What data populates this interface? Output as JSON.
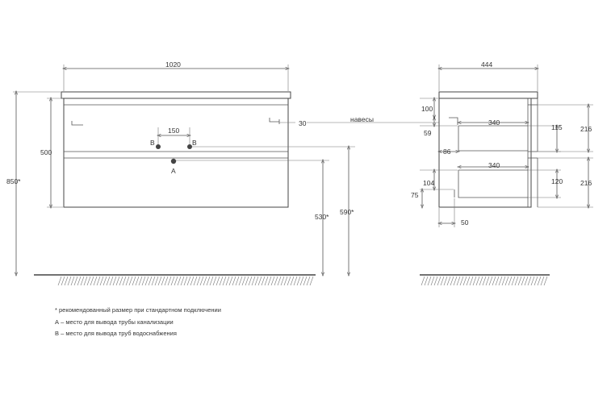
{
  "front_view": {
    "width_dim": "1020",
    "height_dim": "500",
    "overall_height_dim": "850*",
    "pipe_spacing_dim": "150",
    "hinge_offset_dim": "30",
    "pipe_height_a_dim": "530*",
    "pipe_height_b_dim": "590*",
    "water_point_label": "B",
    "drain_point_label": "A"
  },
  "side_view": {
    "depth_dim": "444",
    "hinges_label": "навесы",
    "dims": {
      "d100": "100",
      "d59": "59",
      "d340_top": "340",
      "d115": "115",
      "d216_top": "216",
      "d86": "86",
      "d340_bottom": "340",
      "d104": "104",
      "d120": "120",
      "d216_bottom": "216",
      "d75": "75",
      "d50": "50"
    }
  },
  "notes": [
    "* рекомендованный размер при стандартном подключении",
    "А – место для вывода трубы канализации",
    "В – место для вывода труб водоснабжения"
  ]
}
